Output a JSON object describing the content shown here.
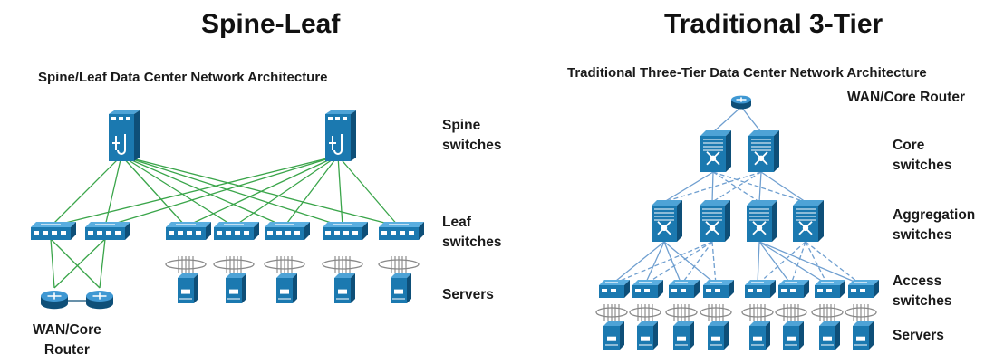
{
  "left": {
    "title": "Spine-Leaf",
    "subtitle": "Spine/Leaf Data Center Network Architecture",
    "labels": {
      "spine": [
        "Spine",
        "switches"
      ],
      "leaf": [
        "Leaf",
        "switches"
      ],
      "servers": "Servers",
      "router": [
        "WAN/Core",
        "Router"
      ]
    }
  },
  "right": {
    "title": "Traditional 3-Tier",
    "subtitle": "Traditional Three-Tier Data Center Network Architecture",
    "labels": {
      "router": "WAN/Core Router",
      "core": [
        "Core",
        "switches"
      ],
      "aggregation": [
        "Aggregation",
        "switches"
      ],
      "access": [
        "Access",
        "switches"
      ],
      "servers": "Servers"
    }
  },
  "colors": {
    "device": "#1b79b0",
    "device_dark": "#0e4f78",
    "spine_leaf_link": "#3aa54a",
    "tier_link": "#6f9fd0",
    "bundle": "#888888"
  },
  "icons": {
    "spine": "spine-switch-icon",
    "leaf": "leaf-switch-icon",
    "server": "server-icon",
    "router": "router-icon",
    "core": "core-switch-icon",
    "aggregation": "aggregation-switch-icon",
    "access": "access-switch-icon"
  }
}
